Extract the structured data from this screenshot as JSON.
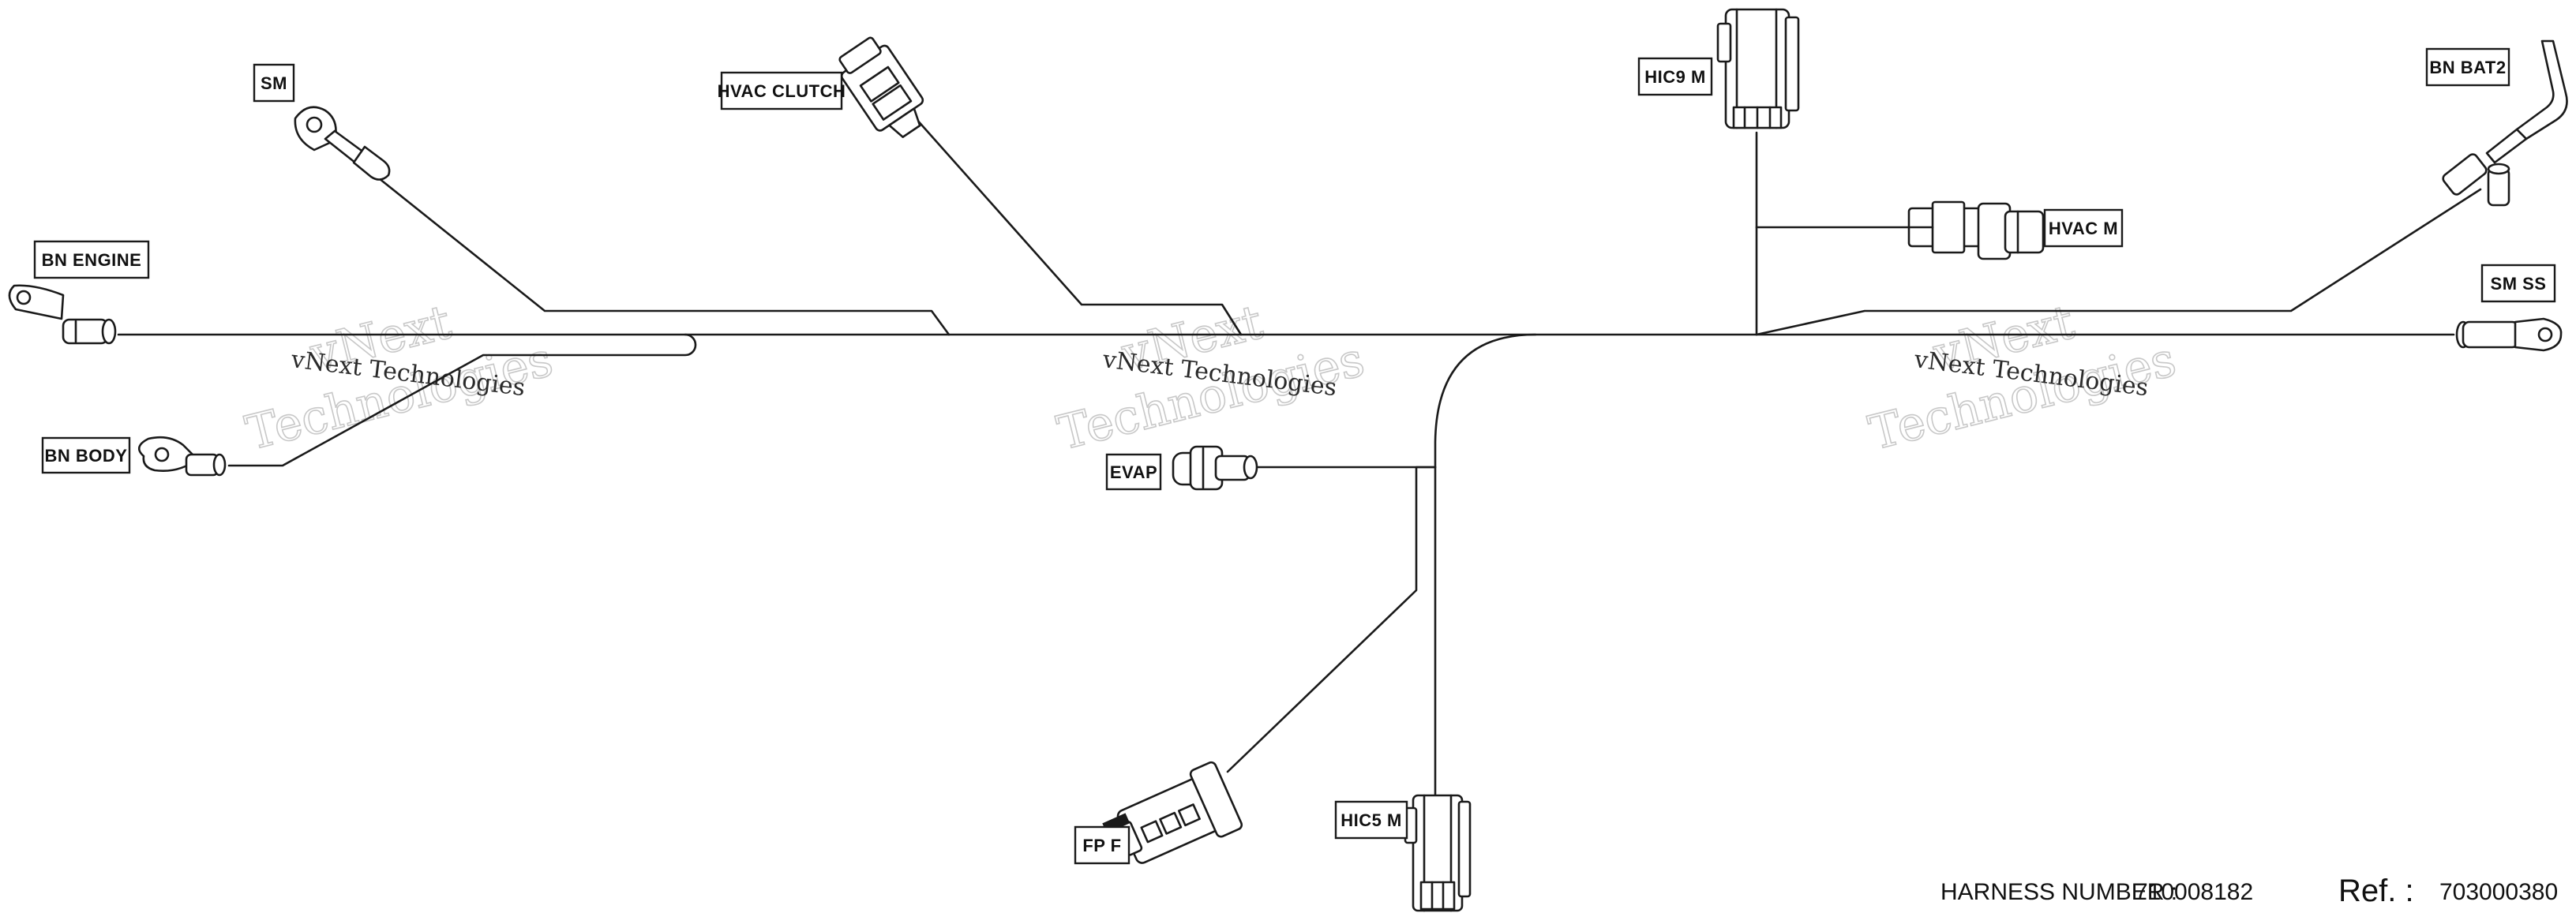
{
  "connectors": {
    "bn_engine": "BN  ENGINE",
    "sm": "SM",
    "bn_body": "BN  BODY",
    "hvac_clutch": "HVAC  CLUTCH",
    "hic9_m": "HIC9  M",
    "hvac_m": "HVAC  M",
    "bn_bat2": "BN  BAT2",
    "sm_ss": "SM  SS",
    "evap": "EVAP",
    "fp_f": "FP  F",
    "hic5_m": "HIC5  M"
  },
  "watermark": {
    "line": "vNext Technologies",
    "top": "vNext",
    "bottom": "Technologies"
  },
  "footer": {
    "harness_label": "HARNESS NUMBER :",
    "harness_number": "710008182",
    "ref_label": "Ref. :",
    "ref_number": "703000380"
  }
}
